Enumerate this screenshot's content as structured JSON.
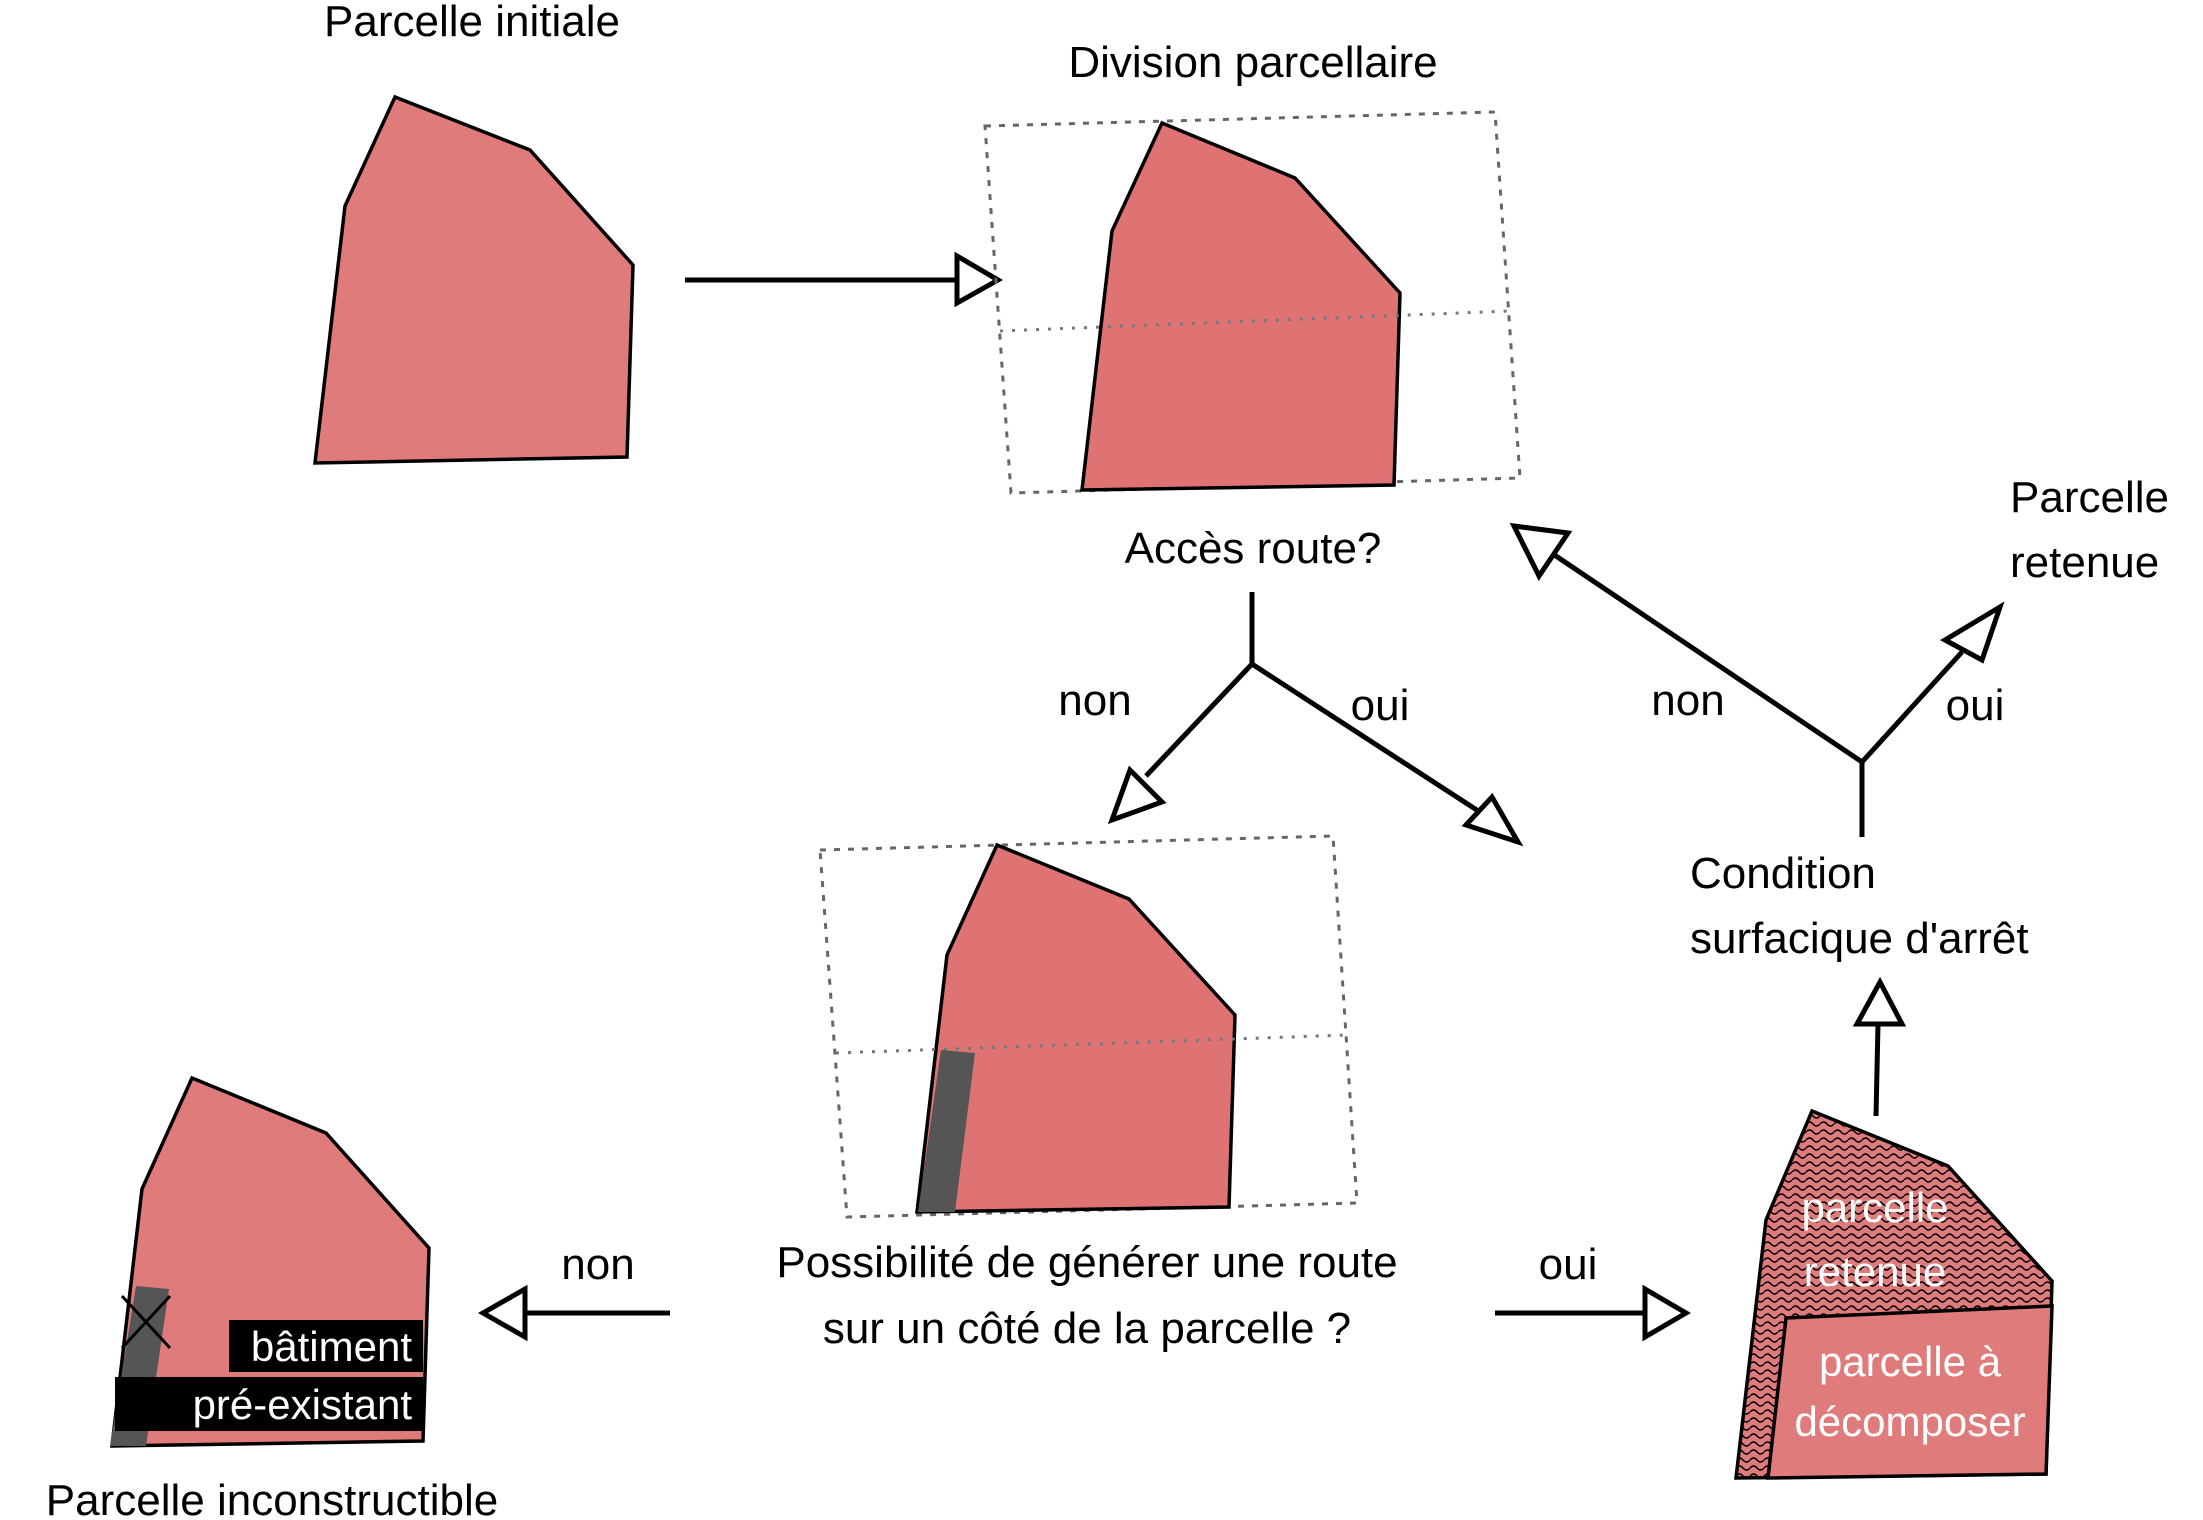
{
  "labels": {
    "initial": "Parcelle initiale",
    "division": "Division parcellaire",
    "acces": "Accès route?",
    "non1": "non",
    "oui1": "oui",
    "retenue_line1": "Parcelle",
    "retenue_line2": "retenue",
    "non2": "non",
    "oui2": "oui",
    "condition_line1": "Condition",
    "condition_line2": "surfacique d'arrêt",
    "possibilite_line1": "Possibilité de générer une route",
    "possibilite_line2": "sur un côté de la parcelle ?",
    "non3": "non",
    "oui3": "oui",
    "inconstructible": "Parcelle inconstructible",
    "batiment_line1": "bâtiment",
    "batiment_line2": "pré-existant",
    "sub_retenue_line1": "parcelle",
    "sub_retenue_line2": "retenue",
    "sub_decomposer_line1": "parcelle à",
    "sub_decomposer_line2": "décomposer"
  },
  "colors": {
    "parcel": "#e07b7b",
    "building": "#555555",
    "label_box": "#000000"
  }
}
